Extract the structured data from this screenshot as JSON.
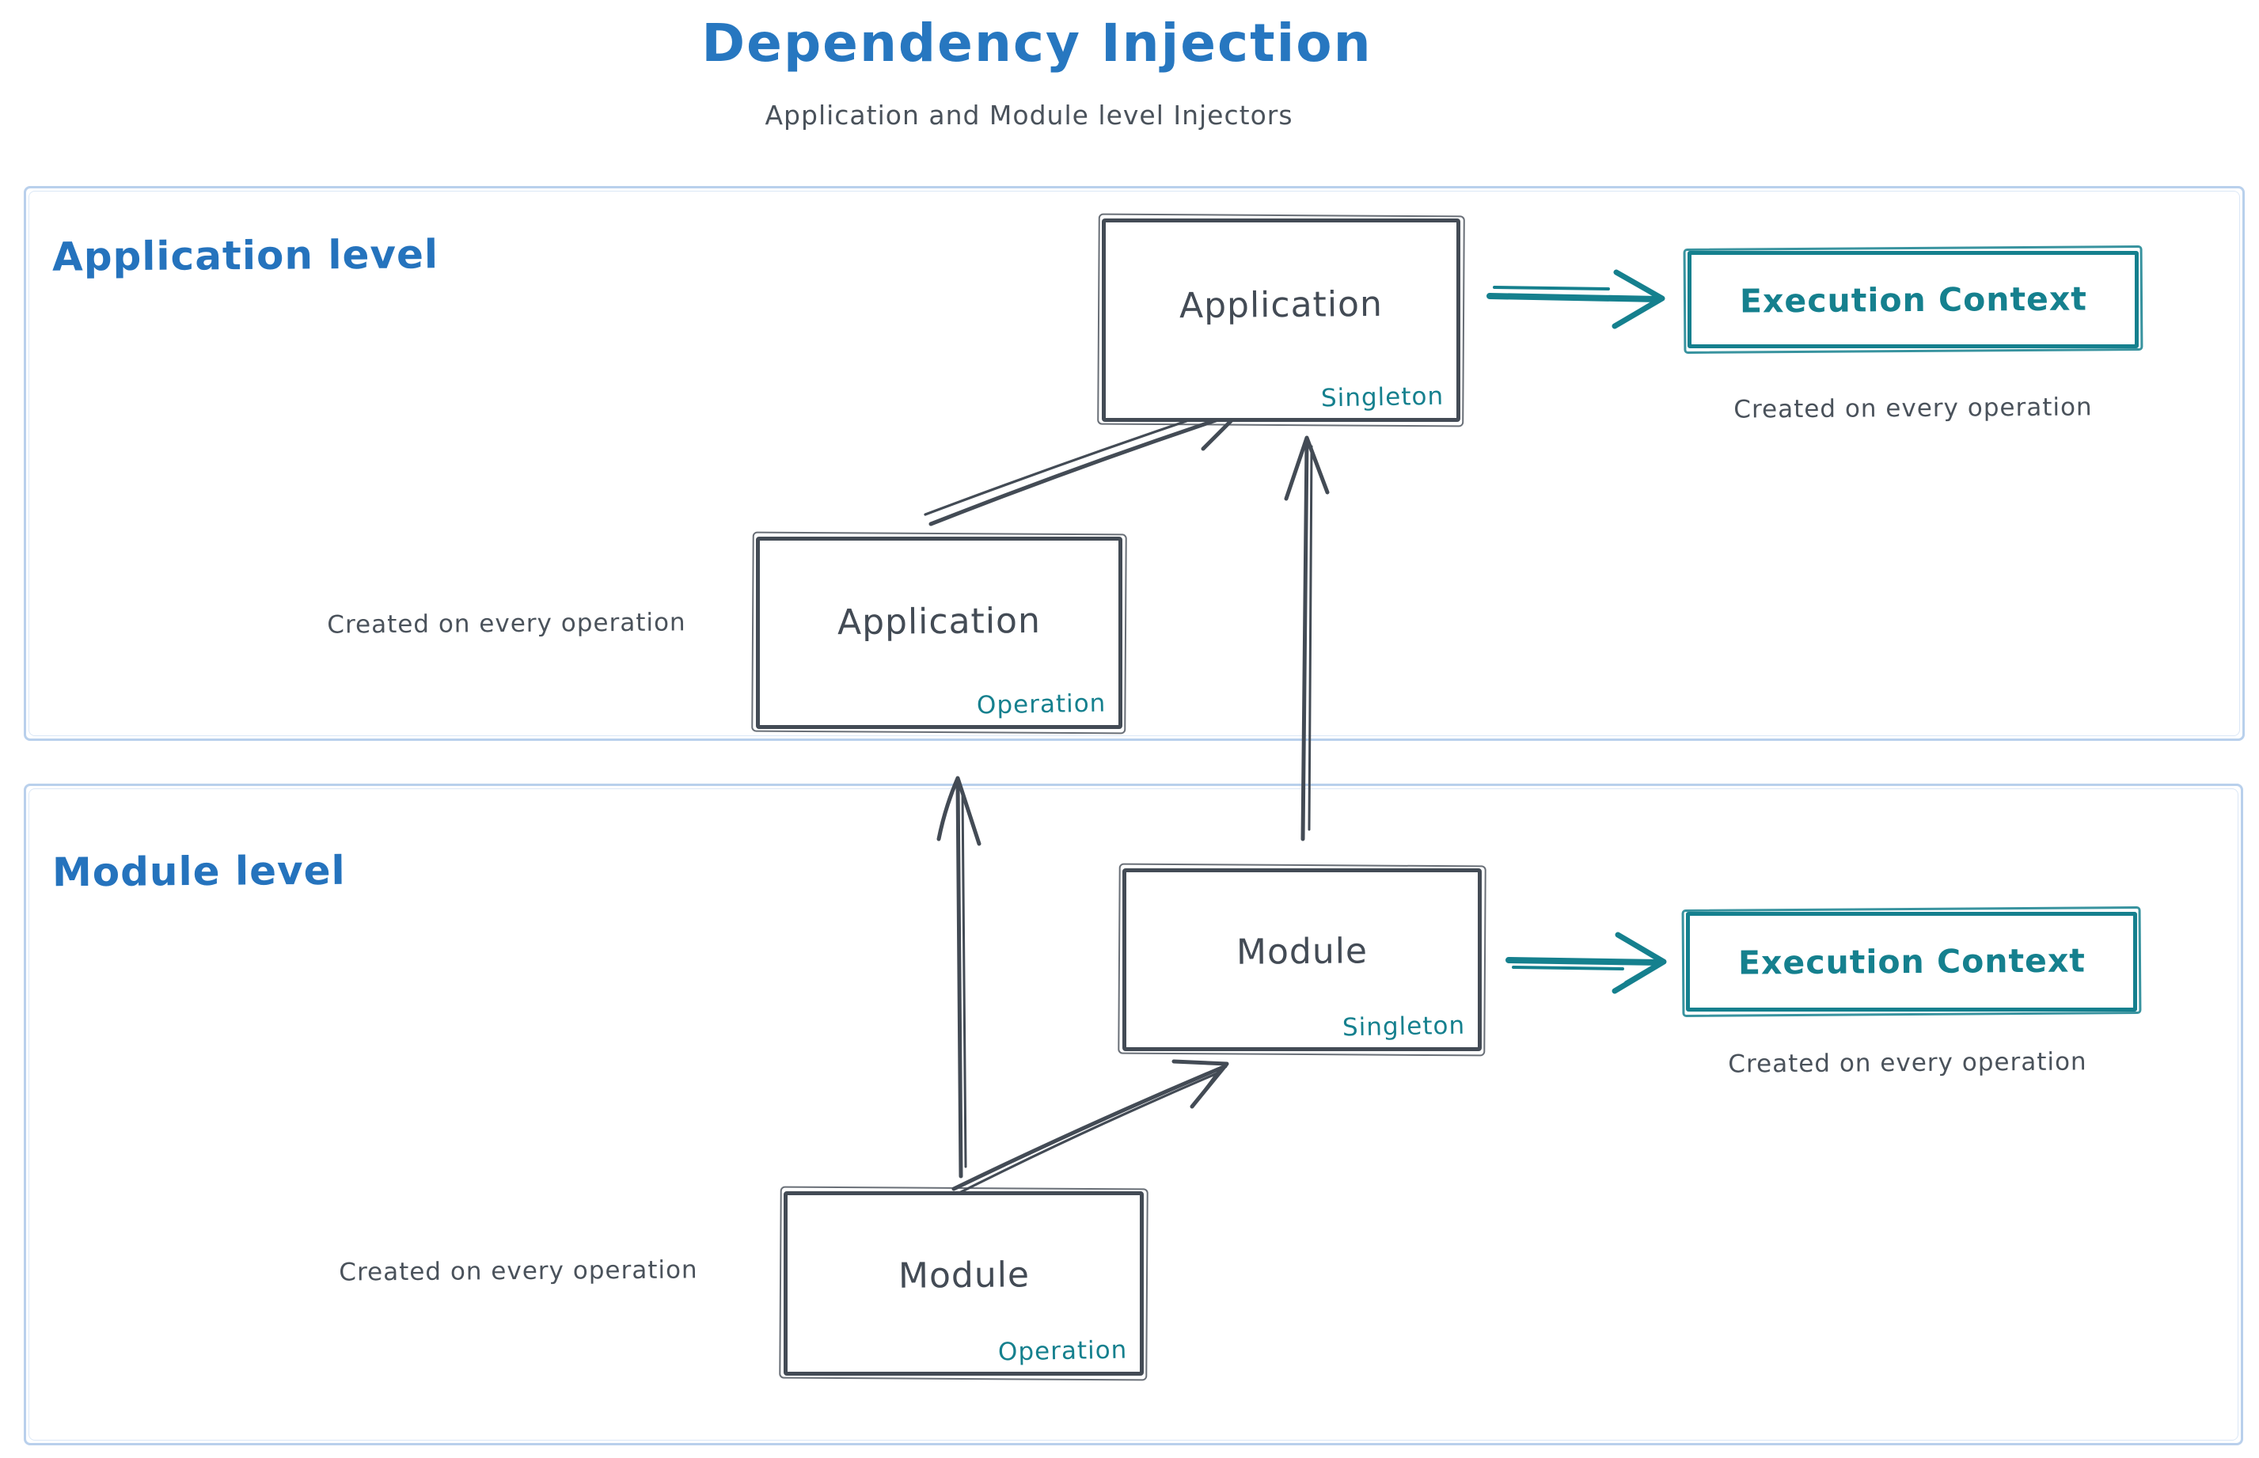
{
  "diagram": {
    "title": "Dependency Injection",
    "subtitle": "Application and Module level Injectors"
  },
  "colors": {
    "accent_blue": "#2777c0",
    "ink_dark": "#434b55",
    "accent_teal": "#15808e",
    "frame_blue": "#b9d0ec",
    "text_gray": "#4a525b"
  },
  "sections": [
    {
      "label": "Application level"
    },
    {
      "label": "Module level"
    }
  ],
  "nodes": {
    "app_singleton": {
      "title": "Application",
      "badge": "Singleton"
    },
    "app_operation": {
      "title": "Application",
      "badge": "Operation",
      "caption": "Created on every operation"
    },
    "app_execution_context": {
      "title": "Execution Context",
      "caption": "Created on every operation"
    },
    "module_singleton": {
      "title": "Module",
      "badge": "Singleton"
    },
    "module_operation": {
      "title": "Module",
      "badge": "Operation",
      "caption": "Created on every operation"
    },
    "module_execution_context": {
      "title": "Execution Context",
      "caption": "Created on every operation"
    }
  },
  "edges": [
    {
      "from": "app_operation",
      "to": "app_singleton"
    },
    {
      "from": "app_singleton",
      "to": "app_execution_context"
    },
    {
      "from": "module_operation",
      "to": "app_operation"
    },
    {
      "from": "module_operation",
      "to": "module_singleton"
    },
    {
      "from": "module_singleton",
      "to": "app_singleton"
    },
    {
      "from": "module_singleton",
      "to": "module_execution_context"
    }
  ]
}
